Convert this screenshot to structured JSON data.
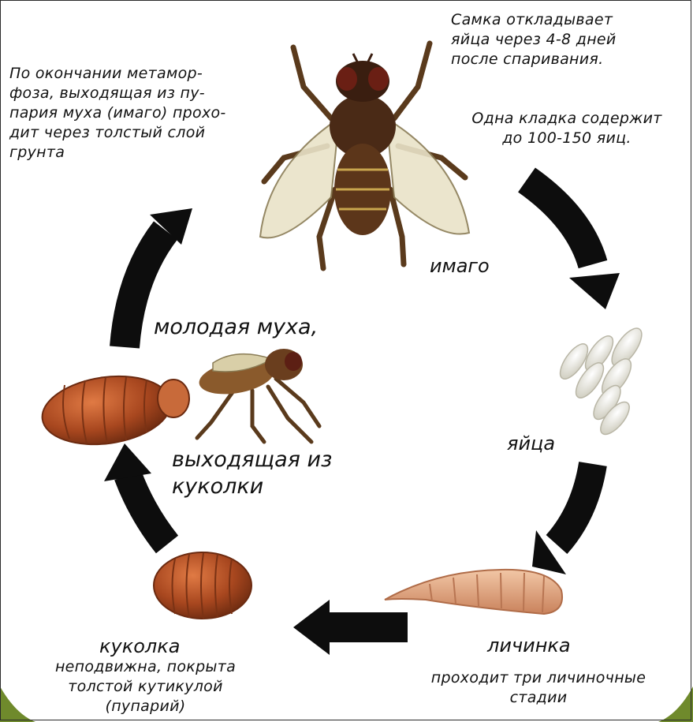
{
  "notes": {
    "top_right": "Самка откладывает\nяйца через 4-8 дней\nпосле спаривания.",
    "clutch": "Одна кладка содержит\nдо 100-150 яиц.",
    "top_left": "По окончании метамор-\nфоза, выходящая из пу-\nпария муха (имаго) прохо-\nдит через толстый слой\nгрунта"
  },
  "stages": {
    "imago": "имаго",
    "eggs": "яйца",
    "larva": "личинка",
    "larva_note": "проходит три личиночные\nстадии",
    "pupa": "куколка",
    "pupa_note": "неподвижна, покрыта\nтолстой кутикулой\n(пупарий)",
    "young_fly_line1": "молодая муха,",
    "young_fly_line2": "выходящая из\nкуколки"
  },
  "colors": {
    "arrow": "#0d0d0d",
    "fly_body": "#4a2a16",
    "wing": "#e9e3c8",
    "pupa": "#a8471f",
    "larva": "#e0a37e",
    "egg": "#ecebe3",
    "corner_green": "#6f8a2c"
  }
}
